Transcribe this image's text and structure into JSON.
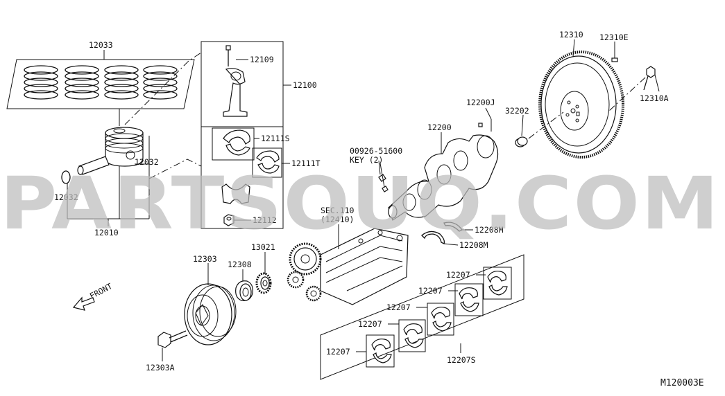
{
  "diagram": {
    "watermark": "PARTSOUQ.COM",
    "code": "M120003E",
    "front_label": "FRONT",
    "labels": {
      "p12033": "12033",
      "p12109": "12109",
      "p12100": "12100",
      "p12111S": "12111S",
      "p12111T": "12111T",
      "p12112": "12112",
      "p12032a": "12032",
      "p12032b": "12032",
      "p12010": "12010",
      "p12310": "12310",
      "p12310E": "12310E",
      "p12310A": "12310A",
      "p32202": "32202",
      "p12200J": "12200J",
      "p12200": "12200",
      "key_part": "00926-51600",
      "key_desc": "KEY (2)",
      "sec": "SEC.110",
      "sec_ref": "(12410)",
      "p12208M_a": "12208M",
      "p12208M_b": "12208M",
      "p13021": "13021",
      "p12303": "12303",
      "p12308": "12308",
      "p12303A": "12303A",
      "p12207a": "12207",
      "p12207b": "12207",
      "p12207c": "12207",
      "p12207d": "12207",
      "p12207e": "12207",
      "p12207S": "12207S"
    }
  }
}
